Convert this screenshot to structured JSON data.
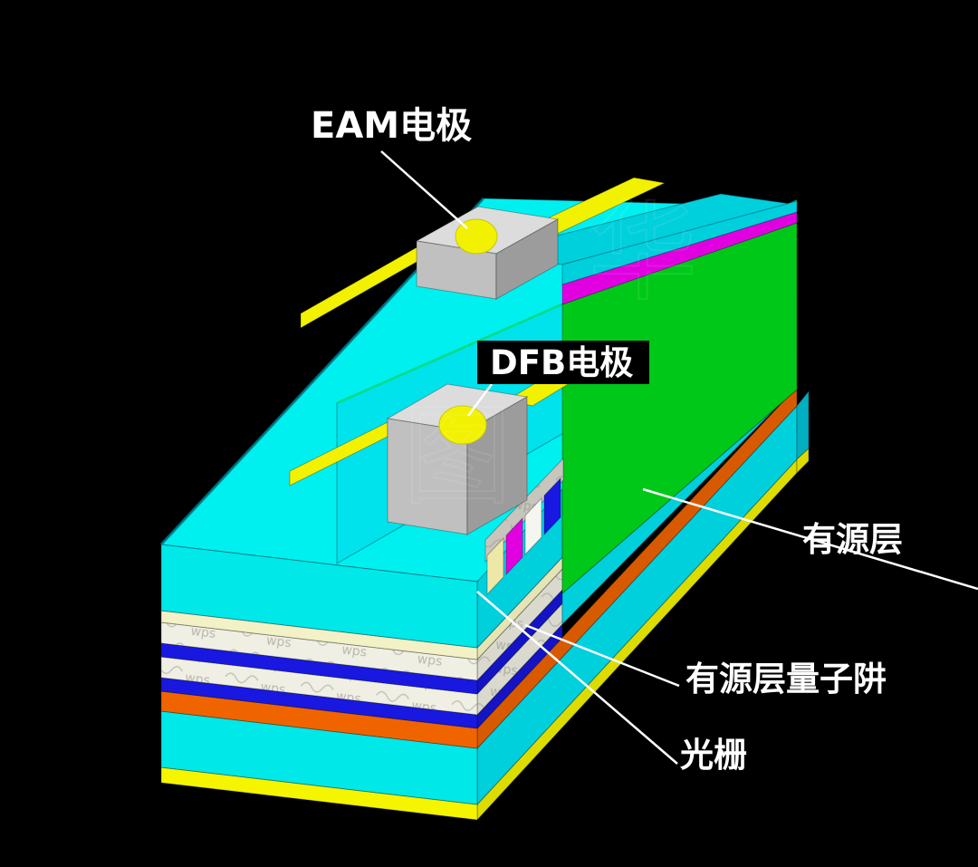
{
  "diagram": {
    "background": "#000000",
    "labels": {
      "eam_electrode": "EAM电极",
      "dfb_electrode": "DFB电极",
      "active_layer": "有源层",
      "active_layer_quantum_well": "有源层量子阱",
      "grating": "光栅"
    },
    "colors": {
      "top_cyan": "#00F0F0",
      "front_cyan": "#00E8E8",
      "side_cyan": "#00CFDC",
      "ridge_cyan": "#00E2EC",
      "deep_cyan": "#00AFC0",
      "active_green": "#00C818",
      "magenta": "#E000E0",
      "orange_front": "#F06400",
      "orange_side": "#D85A00",
      "blue_front": "#1818E0",
      "blue_side": "#1414C4",
      "white_front": "#EFEFE4",
      "white_side": "#D9D9CE",
      "pale_front": "#F2F2C6",
      "pale_side": "#E4E4B4",
      "yellow_front": "#F5F500",
      "yellow_side": "#DCDC00",
      "electrode_yellow": "#F2F200",
      "pad_top_gray": "#DCDCDC",
      "pad_front_gray": "#C0C0C0",
      "pad_side_gray": "#9C9C9C",
      "qw_gray": "#C6C6BC",
      "qw_pale": "#EEE8A8",
      "qw_white": "#F6F6F0"
    },
    "watermark": {
      "pattern_text": "wps",
      "glyph_1": "图",
      "glyph_2": "华"
    }
  }
}
